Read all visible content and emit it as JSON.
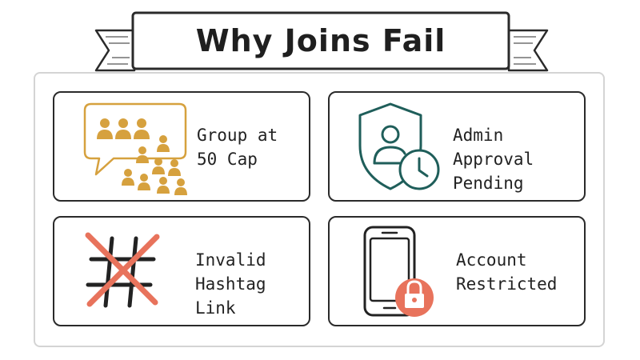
{
  "title": "Why Joins Fail",
  "colors": {
    "gold": "#d6a13e",
    "teal": "#1f5e5a",
    "coral": "#e8735c",
    "ink": "#222222"
  },
  "cards": [
    {
      "icon": "group-chat-people-icon",
      "label": "Group at\n50 Cap"
    },
    {
      "icon": "shield-user-clock-icon",
      "label": "Admin Approval\n Pending"
    },
    {
      "icon": "crossed-hashtag-icon",
      "label": "Invalid\nHashtag Link"
    },
    {
      "icon": "phone-lock-icon",
      "label": "Account\nRestricted"
    }
  ]
}
